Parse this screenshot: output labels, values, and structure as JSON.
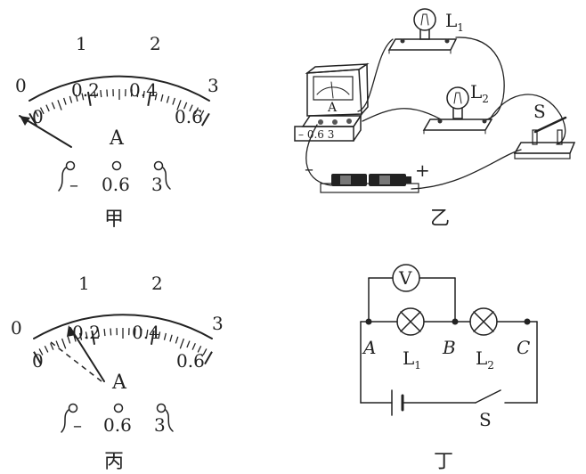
{
  "meter_jia": {
    "caption": "甲",
    "unit": "A",
    "upper_labels": [
      "0",
      "1",
      "2",
      "3"
    ],
    "lower_labels": [
      "0",
      "0.2",
      "0.4",
      "0.6"
    ],
    "terminals": [
      "–",
      "0.6",
      "3"
    ],
    "needle_reading": 0.0
  },
  "meter_bing": {
    "caption": "丙",
    "unit": "A",
    "upper_labels": [
      "0",
      "1",
      "2",
      "3"
    ],
    "lower_labels": [
      "0",
      "0.2",
      "0.4",
      "0.6"
    ],
    "terminals": [
      "–",
      "0.6",
      "3"
    ],
    "needle_reading": 0.14
  },
  "physical_circuit_yi": {
    "caption": "乙",
    "ammeter_label": "A",
    "ammeter_terminals": "– 0.6  3",
    "lamp1_label": "L",
    "lamp1_sub": "1",
    "lamp2_label": "L",
    "lamp2_sub": "2",
    "switch_label": "S",
    "battery_minus": "–",
    "battery_plus": "+"
  },
  "schematic_ding": {
    "caption": "丁",
    "voltmeter_label": "V",
    "node_a": "A",
    "node_b": "B",
    "node_c": "C",
    "lamp1_label": "L",
    "lamp1_sub": "1",
    "lamp2_label": "L",
    "lamp2_sub": "2",
    "switch_label": "S"
  }
}
